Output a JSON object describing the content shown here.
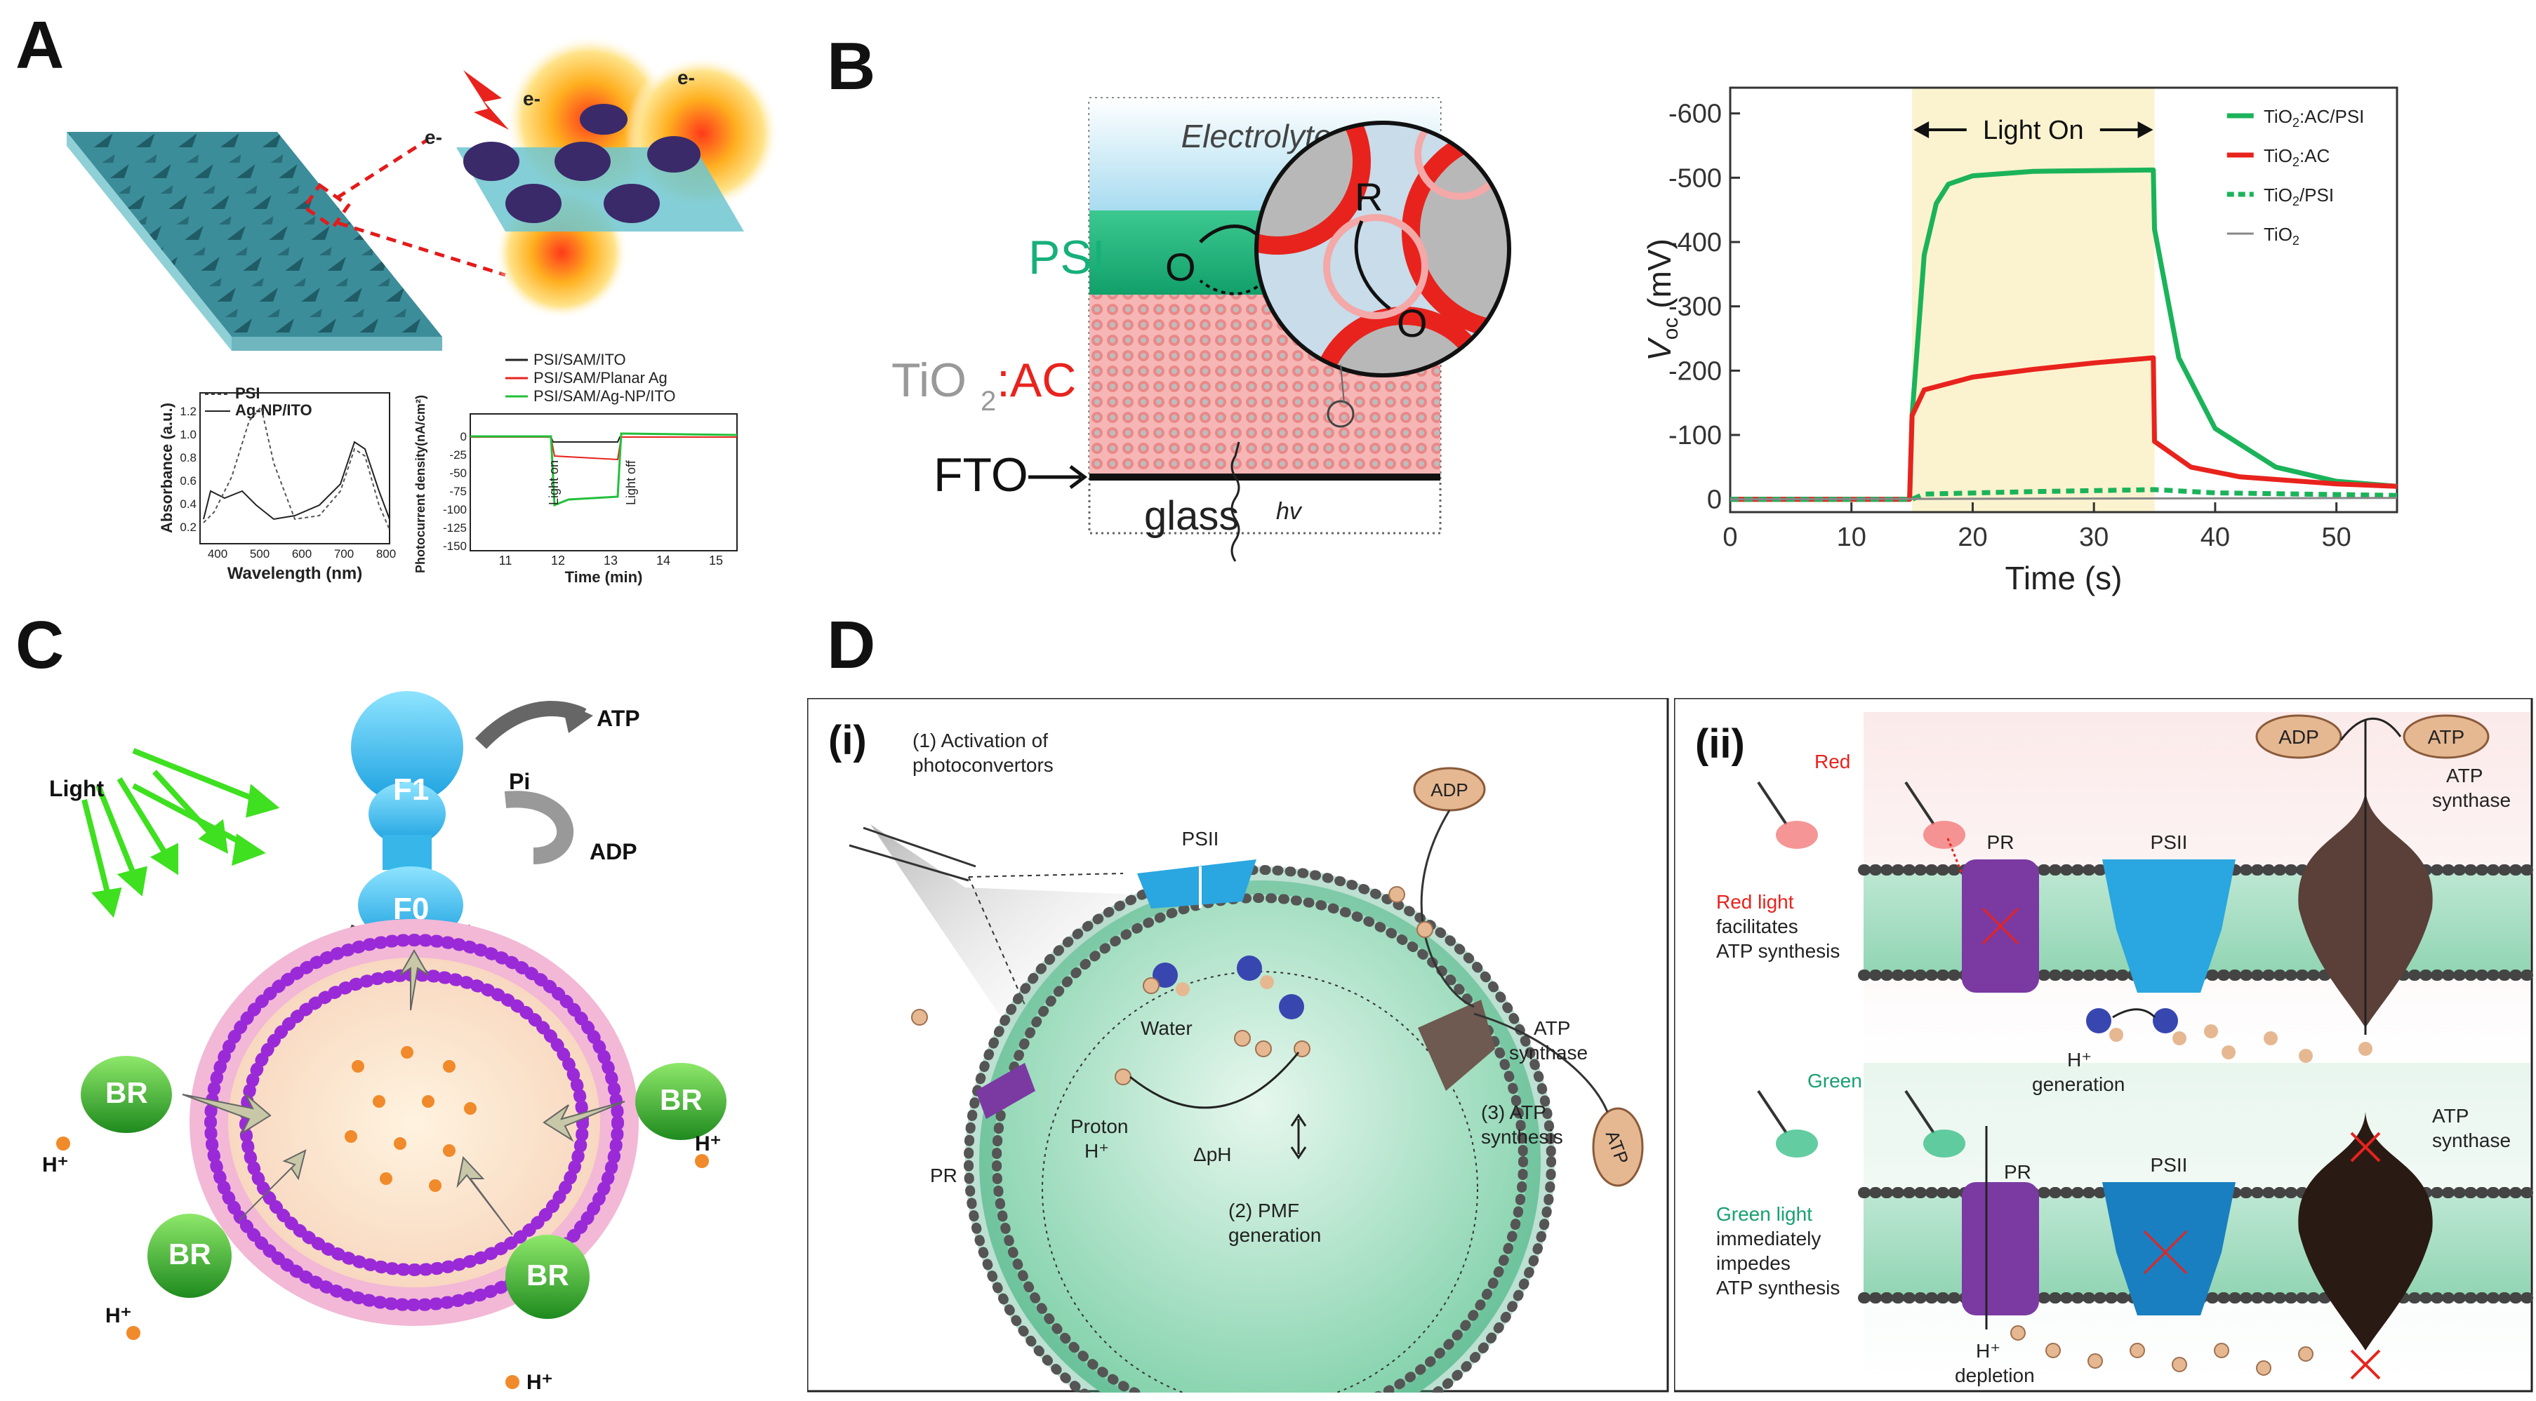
{
  "panel_letters": {
    "a": "A",
    "b": "B",
    "c": "C",
    "d": "D"
  },
  "panelA": {
    "electron_label": "e-",
    "absorbance_plot": {
      "legend": [
        "PSI",
        "Ag-NP/ITO"
      ],
      "ylabel": "Absorbance (a.u.)",
      "xlabel": "Wavelength (nm)",
      "xticks": [
        "400",
        "500",
        "600",
        "700",
        "800"
      ],
      "yticks": [
        "0.2",
        "0.4",
        "0.6",
        "0.8",
        "1.0",
        "1.2"
      ]
    },
    "photocurrent_plot": {
      "legend": [
        "PSI/SAM/ITO",
        "PSI/SAM/Planar Ag",
        "PSI/SAM/Ag-NP/ITO"
      ],
      "ylabel": "Photocurrent density(nA/cm²)",
      "xlabel": "Time (min)",
      "xticks": [
        "11",
        "12",
        "13",
        "14",
        "15"
      ],
      "yticks": [
        "0",
        "-25",
        "-50",
        "-75",
        "-100",
        "-125",
        "-150"
      ],
      "light_on": "Light on",
      "light_off": "Light off"
    }
  },
  "panelB": {
    "schematic": {
      "electrolyte": "Electrolyte",
      "psi": "PSI",
      "tio2": "TiO",
      "tio2_sub": "2",
      "ac": ":AC",
      "fto": "FTO",
      "glass": "glass",
      "hv": "hv",
      "o": "O",
      "r": "R"
    },
    "chart_data": {
      "type": "line",
      "xlabel": "Time (s)",
      "ylabel": "V",
      "ylabel_sub": "oc",
      "ylabel_unit": " (mV)",
      "xlim": [
        0,
        55
      ],
      "ylim": [
        20,
        -640
      ],
      "xticks": [
        "0",
        "10",
        "20",
        "30",
        "40",
        "50"
      ],
      "yticks": [
        "-600",
        "-500",
        "-400",
        "-300",
        "-200",
        "-100",
        "0"
      ],
      "light_on_label": "Light On",
      "light_on_range": [
        15,
        35
      ],
      "series": [
        {
          "name": "TiO2:AC/PSI",
          "color": "#1bb35a",
          "dash": "none",
          "points": [
            [
              0,
              0
            ],
            [
              14.8,
              0
            ],
            [
              15,
              -130
            ],
            [
              16,
              -380
            ],
            [
              17,
              -460
            ],
            [
              18,
              -490
            ],
            [
              20,
              -503
            ],
            [
              25,
              -510
            ],
            [
              34.9,
              -512
            ],
            [
              35,
              -420
            ],
            [
              37,
              -220
            ],
            [
              40,
              -110
            ],
            [
              45,
              -50
            ],
            [
              50,
              -28
            ],
            [
              55,
              -20
            ]
          ]
        },
        {
          "name": "TiO2:AC",
          "color": "#e8231d",
          "dash": "none",
          "points": [
            [
              0,
              0
            ],
            [
              14.8,
              0
            ],
            [
              15,
              -130
            ],
            [
              16,
              -170
            ],
            [
              20,
              -190
            ],
            [
              25,
              -202
            ],
            [
              30,
              -212
            ],
            [
              34.9,
              -220
            ],
            [
              35,
              -90
            ],
            [
              38,
              -50
            ],
            [
              42,
              -35
            ],
            [
              50,
              -24
            ],
            [
              55,
              -20
            ]
          ]
        },
        {
          "name": "TiO2/PSI",
          "color": "#1bb35a",
          "dash": "12,8",
          "points": [
            [
              0,
              0
            ],
            [
              15,
              0
            ],
            [
              16,
              -8
            ],
            [
              25,
              -12
            ],
            [
              35,
              -15
            ],
            [
              40,
              -10
            ],
            [
              55,
              -6
            ]
          ]
        },
        {
          "name": "TiO2",
          "color": "#888888",
          "dash": "none",
          "points": [
            [
              0,
              0
            ],
            [
              55,
              -2
            ]
          ]
        }
      ],
      "legend_labels": [
        {
          "pre": "TiO",
          "sub": "2",
          "post": ":AC/PSI"
        },
        {
          "pre": "TiO",
          "sub": "2",
          "post": ":AC"
        },
        {
          "pre": "TiO",
          "sub": "2",
          "post": "/PSI"
        },
        {
          "pre": "TiO",
          "sub": "2",
          "post": ""
        }
      ]
    }
  },
  "panelC": {
    "light": "Light",
    "atp": "ATP",
    "pi": "Pi",
    "adp": "ADP",
    "f1": "F1",
    "f0": "F0",
    "br": "BR",
    "h": "H⁺"
  },
  "panelD": {
    "i": {
      "label": "(i)",
      "activation": "(1) Activation of",
      "activation2": "photoconvertors",
      "psii": "PSII",
      "adp": "ADP",
      "atp": "ATP",
      "atp_synthase": "ATP",
      "atp_synthase2": "synthase",
      "water": "Water",
      "pr": "PR",
      "proton": "Proton",
      "proton_h": "H⁺",
      "dph": "ΔpH",
      "pmf": "(2) PMF",
      "pmf2": "generation",
      "synthesis": "(3) ATP",
      "synthesis2": "synthesis"
    },
    "ii": {
      "label": "(ii)",
      "red": "Red",
      "green": "Green",
      "adp": "ADP",
      "atp": "ATP",
      "atp_synthase": "ATP",
      "atp_synthase2": "synthase",
      "pr": "PR",
      "psii": "PSII",
      "red_light": "Red light",
      "red_light2": "facilitates",
      "red_light3": "ATP synthesis",
      "green_light": "Green light",
      "green_light2": "immediately",
      "green_light3": "impedes",
      "green_light4": "ATP synthesis",
      "h_gen": "H⁺",
      "h_gen2": "generation",
      "h_dep": "H⁺",
      "h_dep2": "depletion"
    }
  }
}
